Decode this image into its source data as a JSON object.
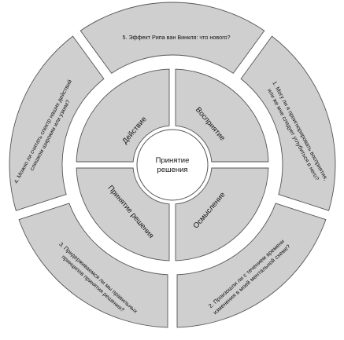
{
  "center": {
    "line1": "Принятие",
    "line2": "решения"
  },
  "inner": {
    "action": "Действие",
    "perception": "Восприятие",
    "decision": "Принятие решения",
    "comprehension": "Осмысление"
  },
  "outer": {
    "q5": "5. Эффект Рипа ван Винкля: что нового?",
    "q1": {
      "line1": "1. Могу ли я проигнорировать восприятия,",
      "line2": "или же мне следует углубиться в него?"
    },
    "q2": {
      "line1": "2. Произошли ли с течением времени",
      "line2": "изменения в моей ментальной схеме?"
    },
    "q3": {
      "line1": "3. Придерживаемся ли мы правильных",
      "line2": "принципов принятия решения?"
    },
    "q4": {
      "line1": "4. Можно ли считать спектр наших действий",
      "line2": "слишком широким или узким?"
    }
  },
  "colors": {
    "segment_fill": "#cfcfcf",
    "outline": "#555555",
    "background": "#ffffff"
  }
}
